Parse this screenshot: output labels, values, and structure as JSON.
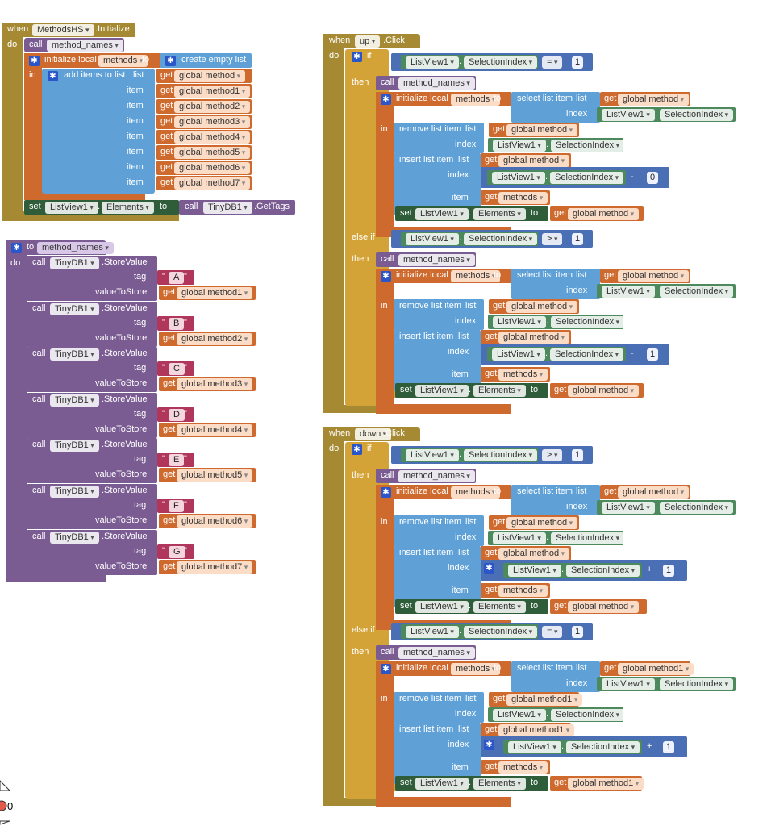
{
  "kw": {
    "when": "when",
    "do": "do",
    "call": "call",
    "in": "in",
    "to": "to",
    "set": "set",
    "if": "if",
    "then": "then",
    "else_if": "else if",
    "item": "item",
    "index": "index",
    "get": "get",
    "tag": "tag",
    "value_to_store": "valueToStore",
    "list": "list",
    "plus": "+",
    "minus": "-"
  },
  "block1": {
    "component": "MethodsHS",
    "event": ".Initialize",
    "call_proc": "method_names",
    "init_local": "initialize local",
    "local_var": "methods",
    "create_empty": "create empty list",
    "add_items": "add items to list",
    "items": [
      "global method",
      "global method1",
      "global method2",
      "global method3",
      "global method4",
      "global method5",
      "global method6",
      "global method7"
    ],
    "set_comp": "ListView1",
    "set_prop": "Elements",
    "tinydb": "TinyDB1",
    "get_tags": ".GetTags"
  },
  "block2": {
    "proc_name": "method_names",
    "tinydb": "TinyDB1",
    "store_value": ".StoreValue",
    "rows": [
      {
        "tag": "A",
        "var": "global method1"
      },
      {
        "tag": "B",
        "var": "global method2"
      },
      {
        "tag": "C",
        "var": "global method3"
      },
      {
        "tag": "D",
        "var": "global method4"
      },
      {
        "tag": "E",
        "var": "global method5"
      },
      {
        "tag": "F",
        "var": "global method6"
      },
      {
        "tag": "G",
        "var": "global method7"
      }
    ]
  },
  "common": {
    "listview": "ListView1",
    "selection_index": "SelectionIndex",
    "elements": "Elements",
    "remove_item": "remove list item",
    "insert_item": "insert list item",
    "select_item": "select list item",
    "methods_var": "methods",
    "gm": "global method",
    "gm1": "global method1",
    "op_eq": "=",
    "op_gt": ">",
    "one": "1",
    "zero": "0"
  },
  "block3": {
    "component": "up",
    "event": ".Click"
  },
  "block4": {
    "component": "down",
    "event": ".Click"
  },
  "trash_counter": "0"
}
